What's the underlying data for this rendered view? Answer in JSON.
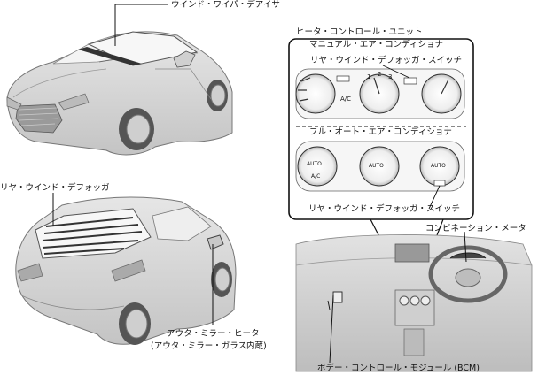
{
  "labels": {
    "windshield_wiper_deicer": "ウインド・ワイパ・デアイサ",
    "heater_control_unit": "ヒータ・コントロール・ユニット",
    "manual_air_conditioner": "マニュアル・エア・コンディショナ",
    "rear_defogger_switch_top": "リヤ・ウインド・デフォッガ・スイッチ",
    "full_auto_air_conditioner": "フル・オート・エア・コンディショナ",
    "rear_defogger_switch_bottom": "リヤ・ウインド・デフォッガ・スイッチ",
    "combination_meter": "コンビネーション・メータ",
    "rear_window_defogger": "リヤ・ウインド・デフォッガ",
    "outer_mirror_heater": "アウタ・ミラー・ヒータ",
    "outer_mirror_glass_builtin": "(アウタ・ミラー・ガラス内蔵)",
    "body_control_module": "ボデー・コントロール・モジュール (BCM)"
  },
  "panel_markings": {
    "manual_ac_button": "A/C",
    "fan_speeds": [
      "1",
      "2",
      "3"
    ],
    "auto_ac_button": "A/C",
    "auto_button_left": "AUTO",
    "auto_button_center": "AUTO",
    "auto_button_right": "AUTO"
  }
}
